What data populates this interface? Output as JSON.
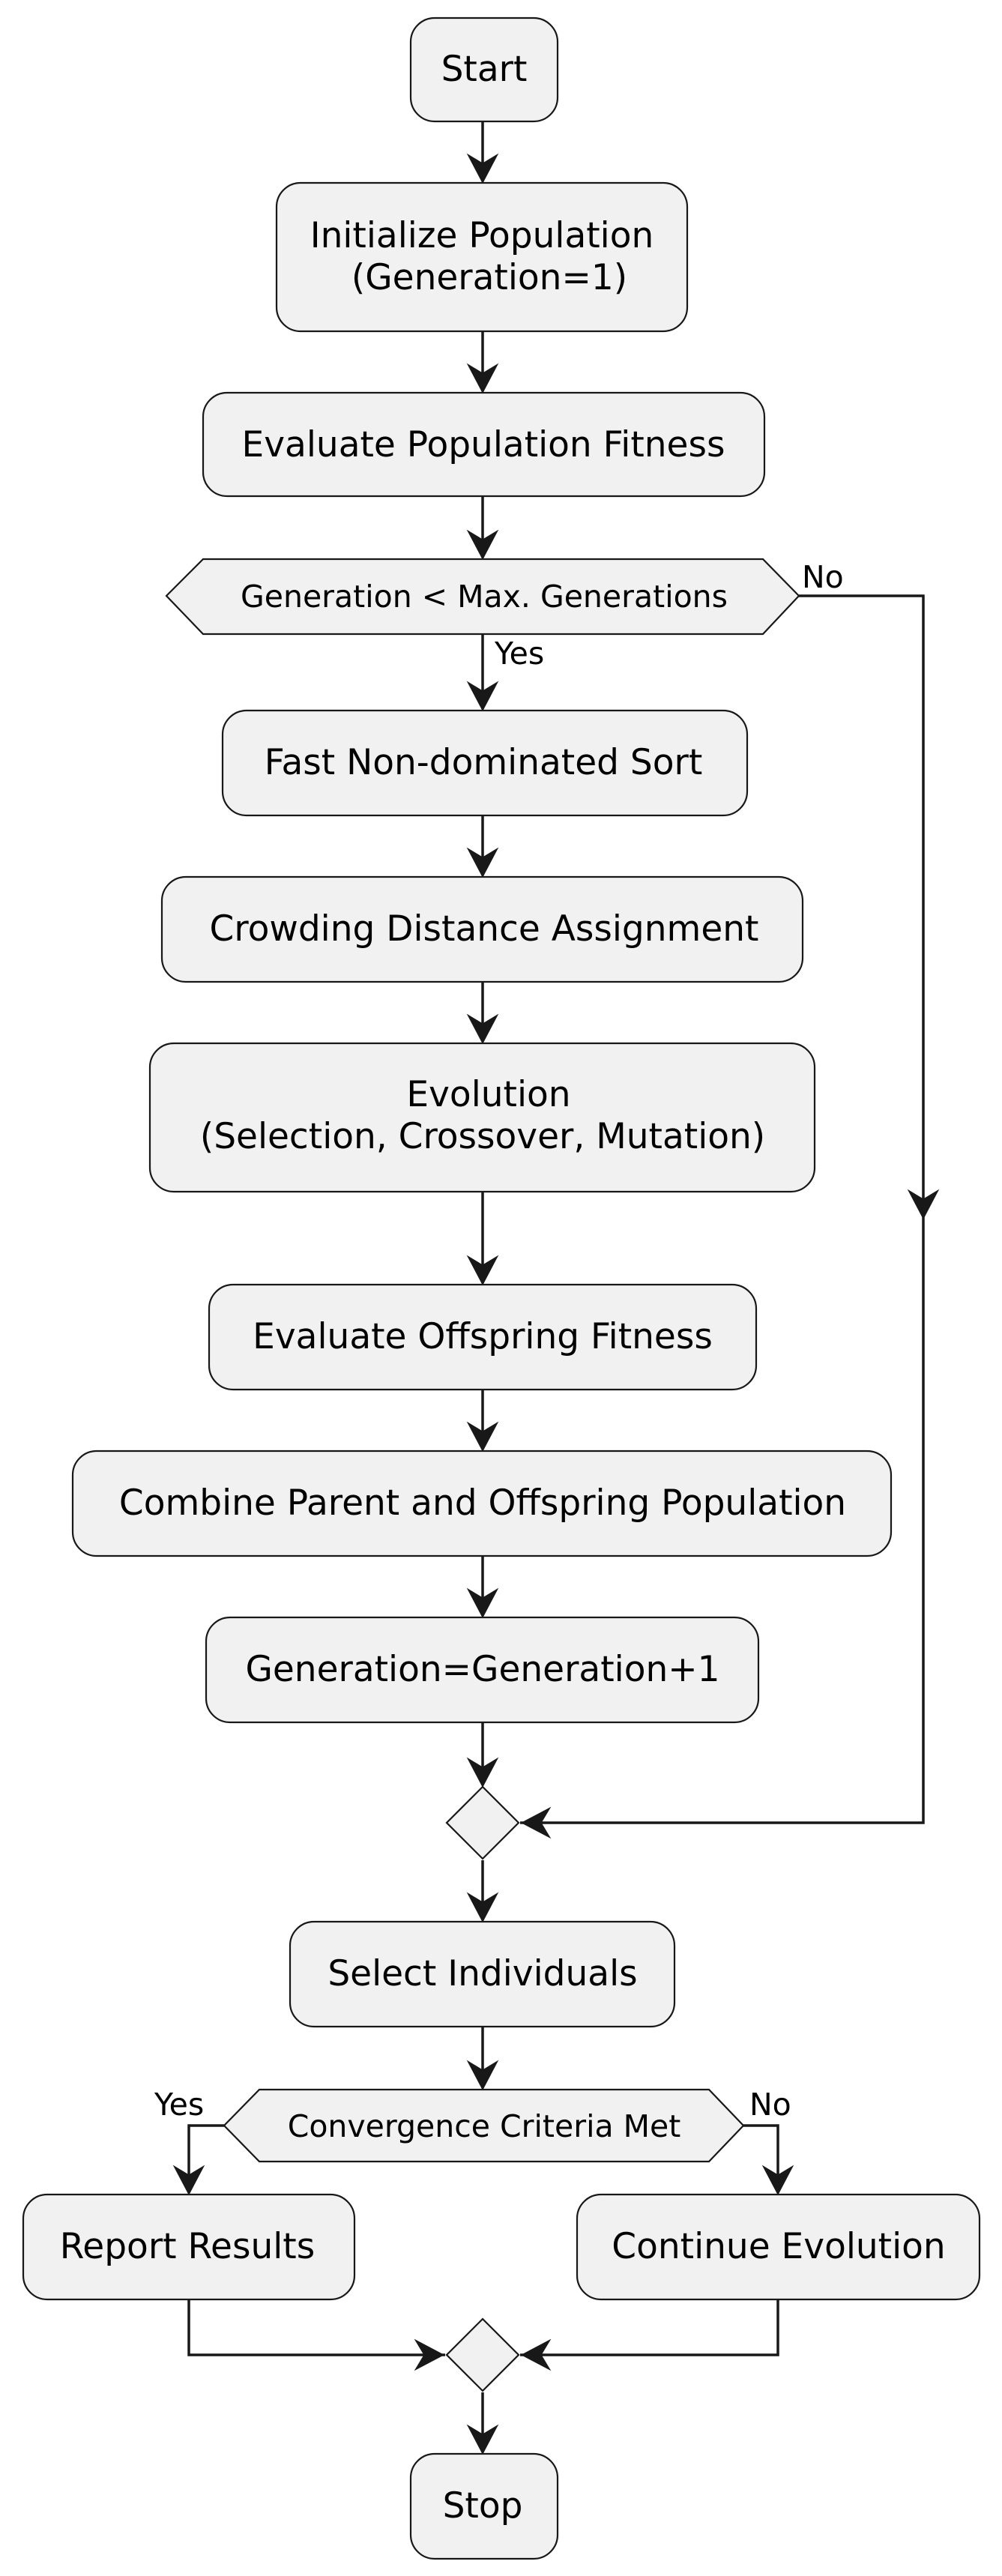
{
  "diagram": {
    "start": "Start",
    "init_population": {
      "line1": "Initialize Population",
      "line2": "(Generation=1)"
    },
    "evaluate_population": "Evaluate Population Fitness",
    "loop_condition": "Generation < Max. Generations",
    "loop_yes": "Yes",
    "loop_no": "No",
    "fast_sort": "Fast Non-dominated Sort",
    "crowding": "Crowding Distance Assignment",
    "evolution": {
      "line1": "Evolution",
      "line2": "(Selection, Crossover, Mutation)"
    },
    "evaluate_offspring": "Evaluate Offspring Fitness",
    "combine": "Combine Parent and Offspring Population",
    "increment": "Generation=Generation+1",
    "select": "Select Individuals",
    "convergence_condition": "Convergence Criteria Met",
    "conv_yes": "Yes",
    "conv_no": "No",
    "report": "Report Results",
    "continue": "Continue Evolution",
    "stop": "Stop"
  },
  "colors": {
    "node_fill": "#f1f1f1",
    "stroke": "#181818",
    "text": "#000000",
    "background": "#ffffff"
  }
}
